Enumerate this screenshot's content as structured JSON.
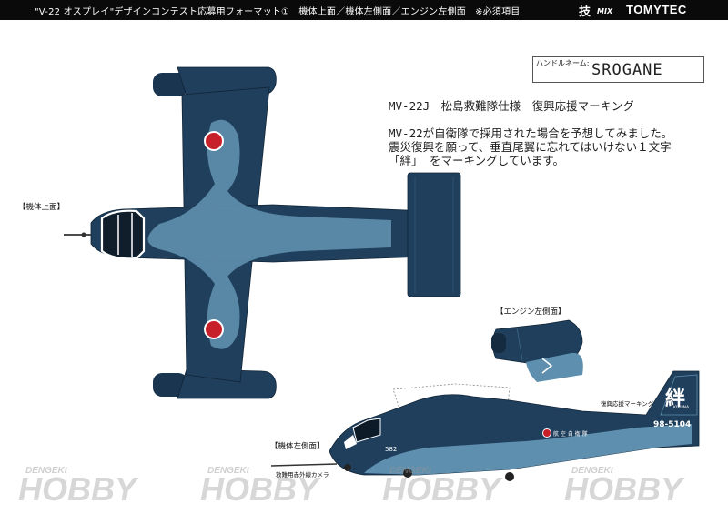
{
  "header": {
    "title": "\"V-22 オスプレイ\"デザインコンテスト応募用フォーマット①　機体上面／機体左側面／エンジン左側面　※必須項目",
    "brand_waza": "技",
    "brand_mix": "MIX",
    "brand": "TOMYTEC"
  },
  "handle": {
    "label": "ハンドルネーム:",
    "value": "SROGANE"
  },
  "description": {
    "title": "MV-22J　松島救難隊仕様　復興応援マーキング",
    "lines": [
      "MV-22が自衛隊で採用された場合を予想してみました。",
      "震災復興を願って、垂直尾翼に忘れてはいけない１文字",
      "「絆」 をマーキングしています。"
    ]
  },
  "labels": {
    "top_view": "【機体上面】",
    "engine_side": "【エンジン左側面】",
    "left_side": "【機体左側面】",
    "tail_marking_note": "復興応援マーキング",
    "camera_note": "救難用赤外線カメラ"
  },
  "aircraft_markings": {
    "tail_kanji": "絆",
    "tail_roman": "KIZUNA",
    "serial": "98-5104",
    "nose_number": "582",
    "fuselage_text": "航 空 自 衛 隊"
  },
  "watermark": {
    "text": "HOBBY",
    "small": "DENGEKI"
  },
  "colors": {
    "dark_navy": "#1f3f5c",
    "light_blue": "#5f8fae",
    "roundel_red": "#c8202a"
  }
}
